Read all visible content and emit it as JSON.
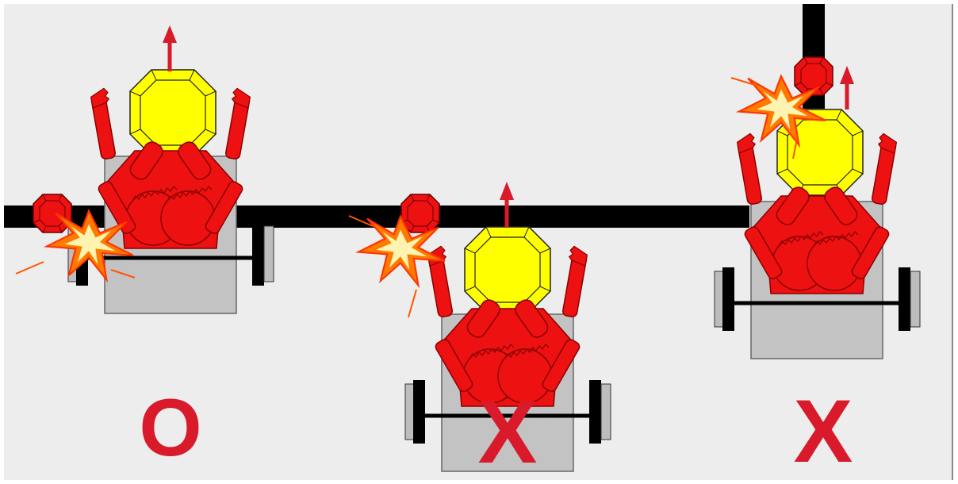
{
  "panels": [
    {
      "id": "left",
      "mark": "O"
    },
    {
      "id": "middle",
      "mark": "X"
    },
    {
      "id": "right",
      "mark": "X"
    }
  ],
  "colors": {
    "background": "#ededed",
    "beam": "#000000",
    "robot_red": "#ee1111",
    "robot_outline": "#8a0000",
    "block_yellow": "#ffff00",
    "chassis_gray": "#c3c3c3",
    "mark_red": "#d81a2a",
    "spark_orange": "#ff7a00",
    "spark_cream": "#fff3b0"
  },
  "icons": [
    "robot",
    "gripper-arm",
    "gear",
    "yellow-block",
    "red-block",
    "up-arrow",
    "collision-spark",
    "wheel"
  ]
}
